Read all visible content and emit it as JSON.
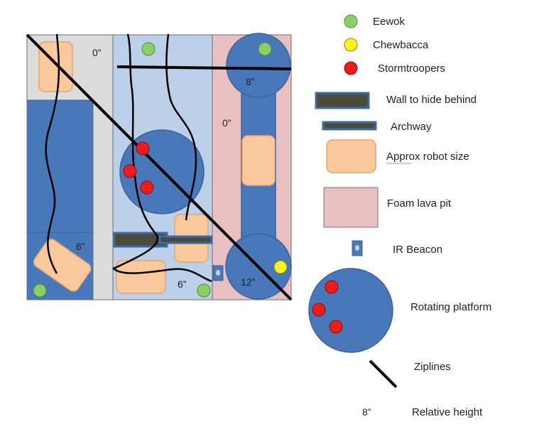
{
  "colors": {
    "gray_zone": "#dcdcdc",
    "blue_zone": "#bdd0e9",
    "lava_pit": "#e8c0c1",
    "platform_blue": "#4878ba",
    "platform_stroke": "#3a6396",
    "robot_fill": "#f9c89c",
    "robot_stroke": "#e6a56c",
    "wall_fill": "#4b4a3b",
    "wall_stroke": "#3c6ba8",
    "ewok": "#8ccf65",
    "chewbacca": "#fbf31f",
    "stormtrooper": "#ee1c1c",
    "line": "#000000"
  },
  "field": {
    "height_labels": {
      "gray_top": "0”",
      "lava_top": "0”",
      "tower_top": "8”",
      "left_bottom": "6”",
      "center_bottom": "6”",
      "tower_bottom": "12”"
    }
  },
  "legend": {
    "ewok": "Eewok",
    "chewbacca": "Chewbacca",
    "stormtroopers": "Stormtroopers",
    "wall": "Wall to hide behind",
    "archway": "Archway",
    "robot": "Approx robot size",
    "lava": "Foam lava pit",
    "beacon": "IR Beacon",
    "platform": "Rotating platform",
    "ziplines": "Ziplines",
    "height_sample": "8”",
    "height": "Relative height"
  }
}
